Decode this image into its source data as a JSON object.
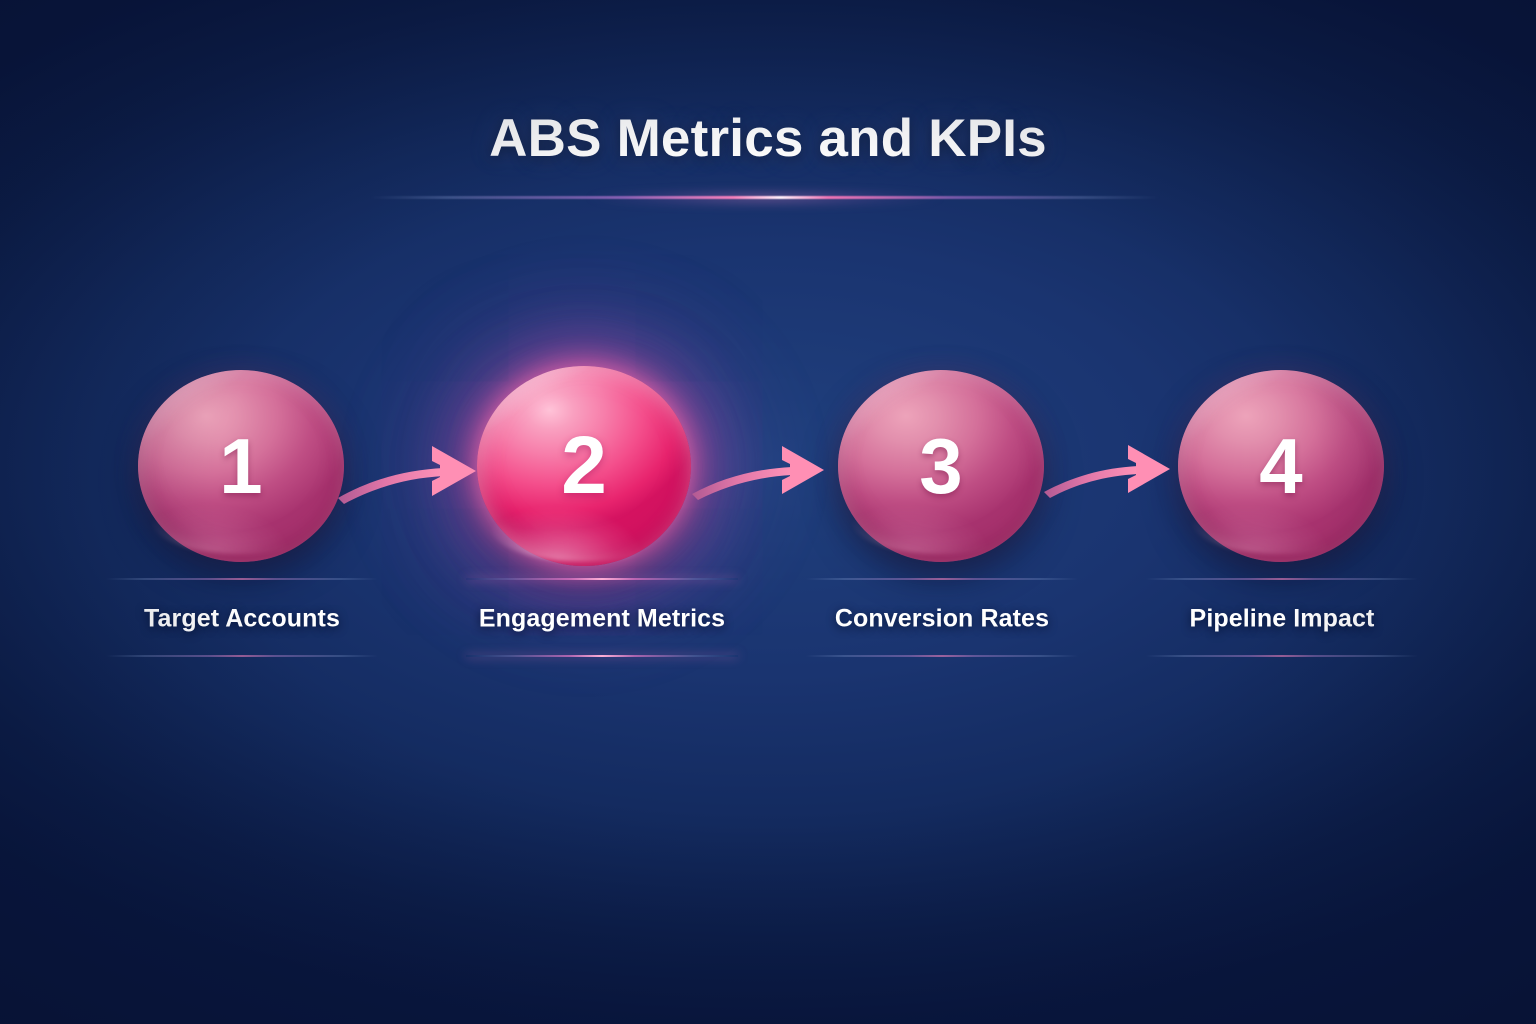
{
  "header": {
    "title": "ABS Metrics and KPIs"
  },
  "colors": {
    "background_deep": "#0a1944",
    "background_mid": "#1a3470",
    "orb_light": "#eda3ba",
    "orb_dark": "#a8336f",
    "orb_active_light": "#ffc3d8",
    "orb_active_dark": "#e8246e",
    "accent_glow": "#ff7ec0",
    "text": "#ffffff"
  },
  "steps": [
    {
      "number": "1",
      "label": "Target Accounts",
      "active": false
    },
    {
      "number": "2",
      "label": "Engagement Metrics",
      "active": true
    },
    {
      "number": "3",
      "label": "Conversion Rates",
      "active": false
    },
    {
      "number": "4",
      "label": "Pipeline Impact",
      "active": false
    }
  ],
  "connectors": [
    {
      "icon": "arrow-right-icon",
      "from": "1",
      "to": "2"
    },
    {
      "icon": "arrow-right-icon",
      "from": "2",
      "to": "3"
    },
    {
      "icon": "arrow-right-icon",
      "from": "3",
      "to": "4"
    }
  ]
}
